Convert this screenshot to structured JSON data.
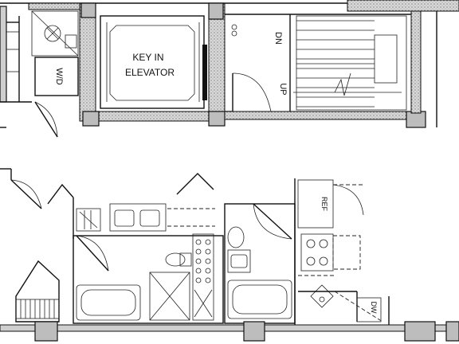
{
  "labels": {
    "elevator_line1": "KEY IN",
    "elevator_line2": "ELEVATOR",
    "washer_dryer": "W/D",
    "stair_down": "DN",
    "stair_up": "UP",
    "refrigerator": "REF",
    "dishwasher": "DW"
  },
  "colors": {
    "line": "#111111",
    "wall_fill": "#cfcfcf",
    "column_fill": "#bdbdbd",
    "background": "#ffffff"
  }
}
